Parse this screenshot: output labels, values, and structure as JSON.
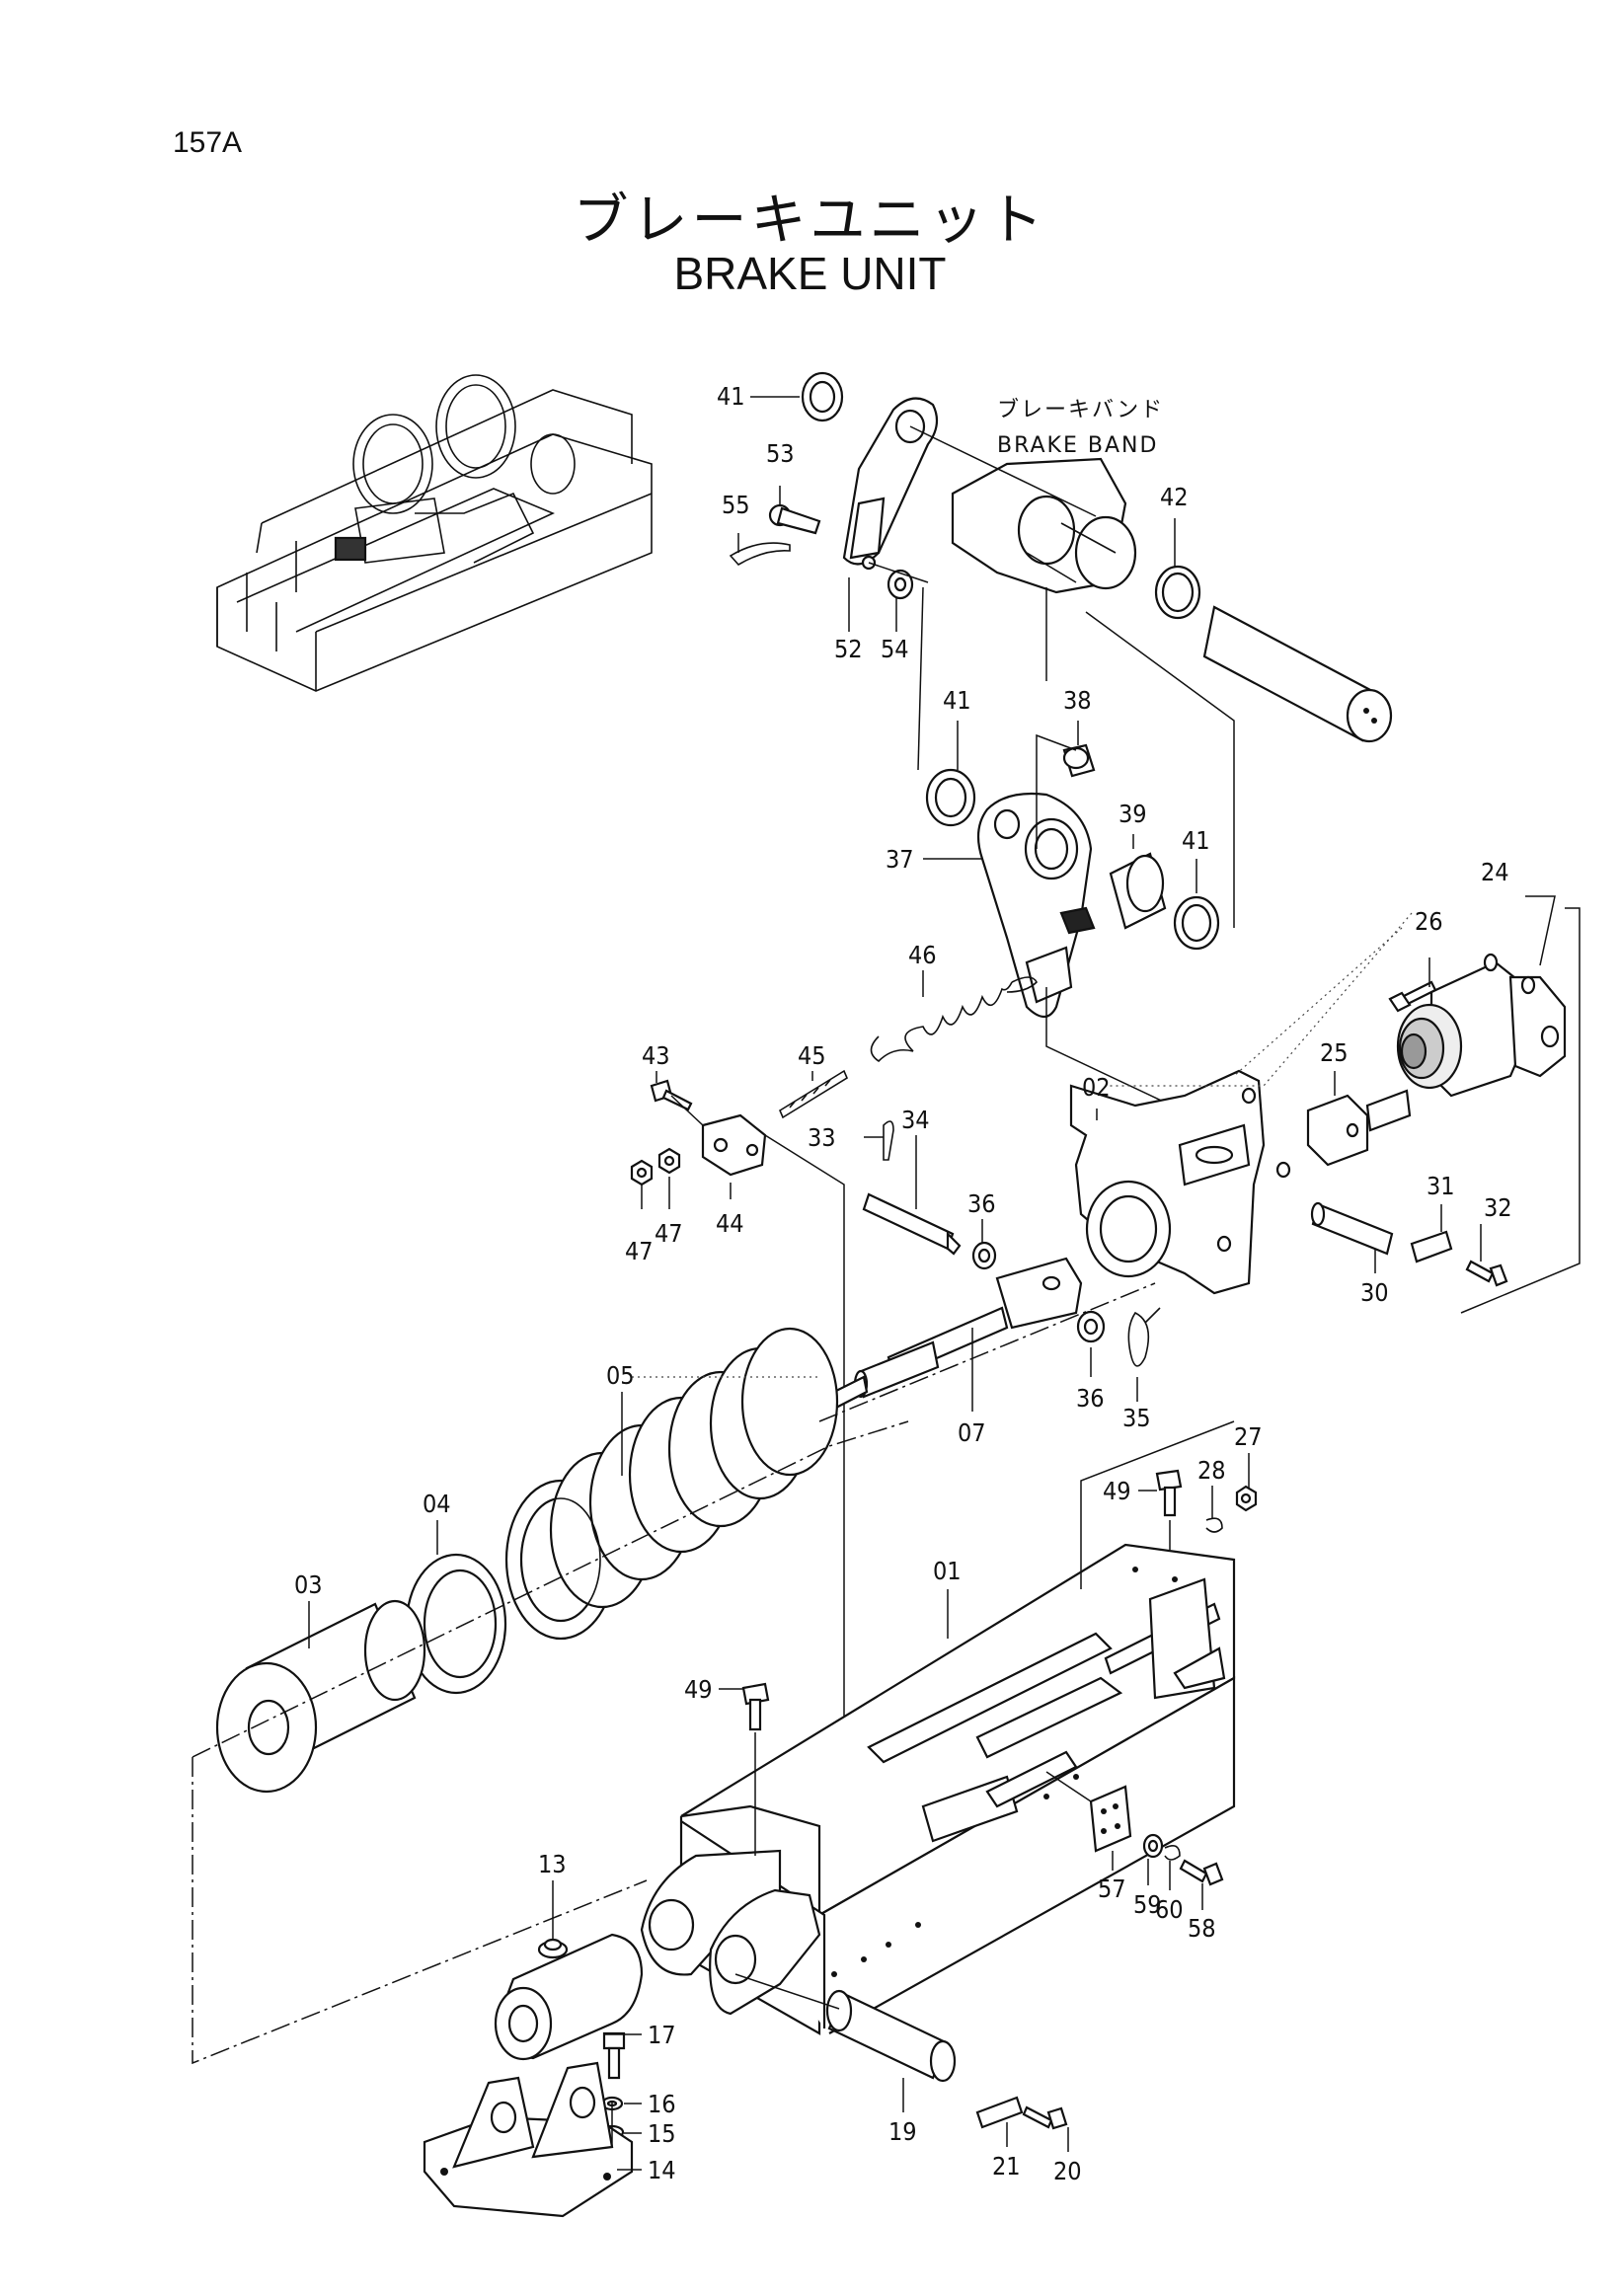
{
  "page_number": "157A",
  "title_jp": "ブレーキユニット",
  "title_en": "BRAKE UNIT",
  "callout_jp": "ブレーキバンド",
  "callout_en": "BRAKE BAND",
  "part_labels": {
    "p01": "01",
    "p02": "02",
    "p03": "03",
    "p04": "04",
    "p05": "05",
    "p07": "07",
    "p13": "13",
    "p14": "14",
    "p15": "15",
    "p16": "16",
    "p17": "17",
    "p19": "19",
    "p20": "20",
    "p21": "21",
    "p24": "24",
    "p25": "25",
    "p26": "26",
    "p27": "27",
    "p28": "28",
    "p30": "30",
    "p31": "31",
    "p32": "32",
    "p33": "33",
    "p34": "34",
    "p35": "35",
    "p36a": "36",
    "p36b": "36",
    "p37": "37",
    "p38": "38",
    "p39": "39",
    "p41a": "41",
    "p41b": "41",
    "p41c": "41",
    "p42": "42",
    "p43": "43",
    "p44": "44",
    "p45": "45",
    "p46": "46",
    "p47a": "47",
    "p47b": "47",
    "p49a": "49",
    "p49b": "49",
    "p52": "52",
    "p53": "53",
    "p54": "54",
    "p55": "55",
    "p57": "57",
    "p58": "58",
    "p59": "59",
    "p60": "60"
  }
}
